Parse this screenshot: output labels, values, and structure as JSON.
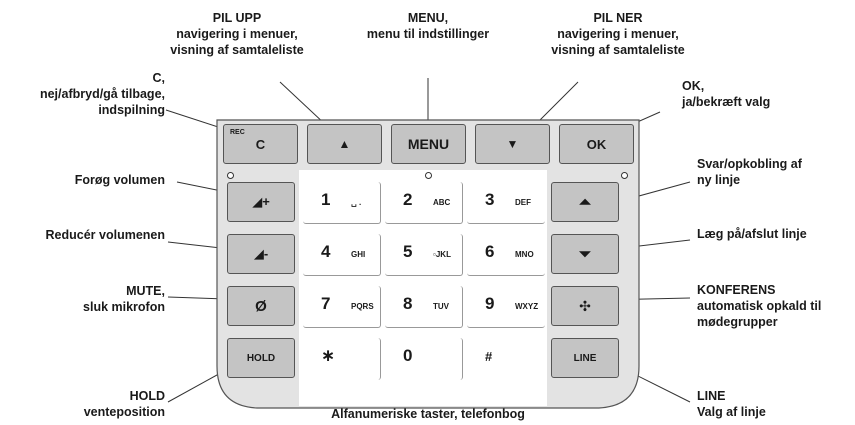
{
  "labels": {
    "pil_upp": {
      "l1": "PIL UPP",
      "l2": "navigering i menuer,",
      "l3": "visning af samtaleliste"
    },
    "menu": {
      "l1": "MENU,",
      "l2": "menu til indstillinger"
    },
    "pil_ner": {
      "l1": "PIL NER",
      "l2": "navigering i menuer,",
      "l3": "visning af samtaleliste"
    },
    "c": {
      "l1": "C,",
      "l2": "nej/afbryd/gå tilbage,",
      "l3": "indspilning"
    },
    "ok": {
      "l1": "OK,",
      "l2": "ja/bekræft valg"
    },
    "forog": {
      "l1": "Forøg volumen"
    },
    "reducer": {
      "l1": "Reducér volumenen"
    },
    "mute": {
      "l1": "MUTE,",
      "l2": "sluk mikrofon"
    },
    "hold": {
      "l1": "HOLD",
      "l2": "venteposition"
    },
    "svar": {
      "l1": "Svar/opkobling af",
      "l2": "ny linje"
    },
    "laeg": {
      "l1": "Læg på/afslut linje"
    },
    "konferens": {
      "l1": "KONFERENS",
      "l2": "automatisk opkald til",
      "l3": "mødegrupper"
    },
    "line": {
      "l1": "LINE",
      "l2": "Valg af linje"
    },
    "alfa": {
      "l1": "Alfanumeriske taster, telefonbog"
    }
  },
  "keys": {
    "c": {
      "rec": "REC",
      "label": "C"
    },
    "up": "▲",
    "menu": "MENU",
    "down": "▼",
    "ok": "OK",
    "vol_up": "◢+",
    "vol_down": "◢-",
    "mute": "Ø",
    "hold": "HOLD",
    "answer": "⏶",
    "hangup": "⏷",
    "conference": "✣",
    "line": "LINE",
    "k1": {
      "num": "1",
      "sub": "␣ ."
    },
    "k2": {
      "num": "2",
      "sub": "ABC"
    },
    "k3": {
      "num": "3",
      "sub": "DEF"
    },
    "k4": {
      "num": "4",
      "sub": "GHI"
    },
    "k5": {
      "num": "5",
      "sub": "▫JKL"
    },
    "k6": {
      "num": "6",
      "sub": "MNO"
    },
    "k7": {
      "num": "7",
      "sub": "PQRS"
    },
    "k8": {
      "num": "8",
      "sub": "TUV"
    },
    "k9": {
      "num": "9",
      "sub": "WXYZ"
    },
    "star": "∗",
    "k0": "0",
    "hash": "#"
  },
  "colors": {
    "key_gray": "#c4c4c4",
    "panel_bg": "#e3e3e3",
    "outline": "#555555"
  }
}
